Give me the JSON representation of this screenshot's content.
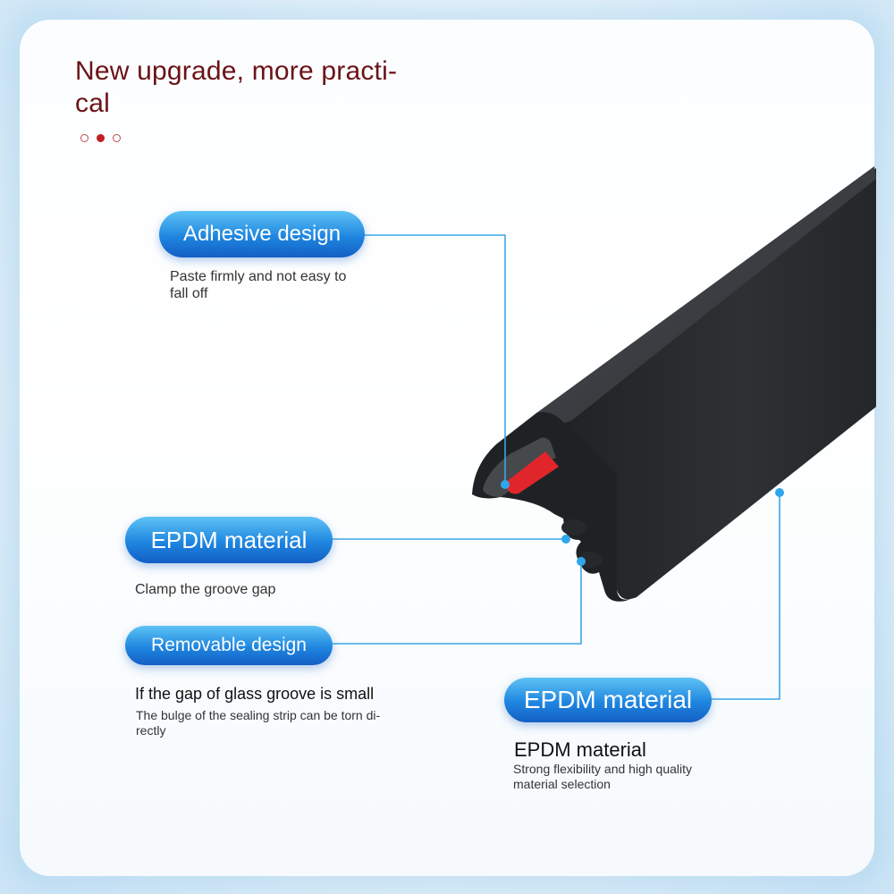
{
  "headline": "New upgrade, more practi-\ncal",
  "dots": [
    false,
    true,
    false
  ],
  "colors": {
    "headline": "#6b1317",
    "pill_top": "#5ec3f4",
    "pill_bottom": "#135fc4",
    "leader_line": "#3aa7e6",
    "adhesive_red": "#e0262b",
    "rubber": "#2a2d2f"
  },
  "callouts": [
    {
      "label": "Adhesive design",
      "description": "Paste firmly and not easy to\nfall off"
    },
    {
      "label": "EPDM material",
      "description": "Clamp the groove gap"
    },
    {
      "label": "Removable design",
      "title": "If the gap of glass groove is small",
      "description": "The bulge of the sealing strip can be torn di-\nrectly"
    },
    {
      "label": "EPDM material",
      "title": "EPDM material",
      "description": "Strong flexibility and high quality\nmaterial selection"
    }
  ]
}
